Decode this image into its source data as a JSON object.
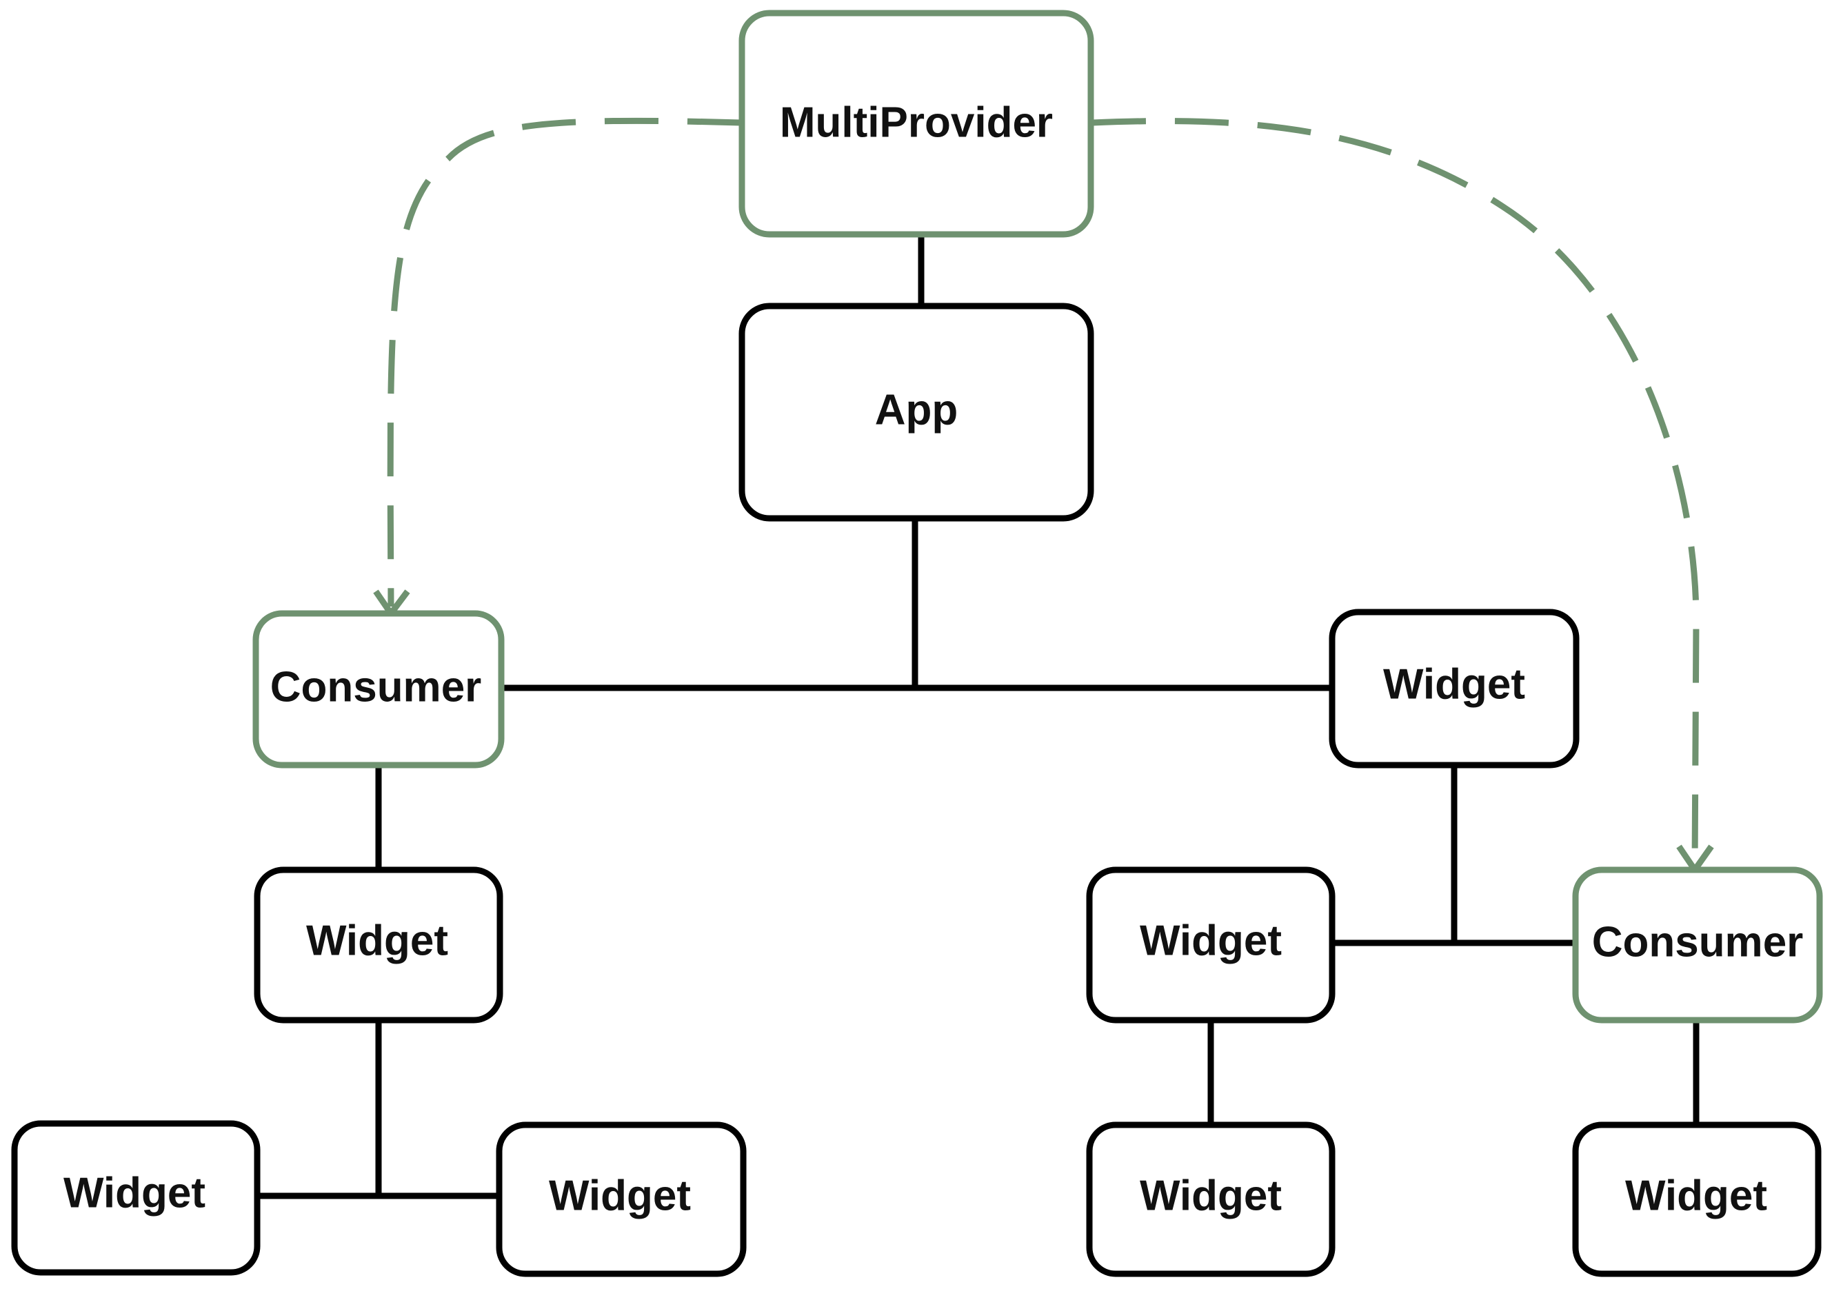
{
  "colors": {
    "provider": "#6f9270",
    "edge": "#000000",
    "text": "#111111",
    "background": "#ffffff"
  },
  "nodes": {
    "multiprovider": "MultiProvider",
    "app": "App",
    "consumer_left": "Consumer",
    "widget_right_top": "Widget",
    "widget_left_mid": "Widget",
    "widget_right_mid": "Widget",
    "consumer_right": "Consumer",
    "widget_bottom_1": "Widget",
    "widget_bottom_2": "Widget",
    "widget_bottom_3": "Widget",
    "widget_bottom_4": "Widget"
  }
}
